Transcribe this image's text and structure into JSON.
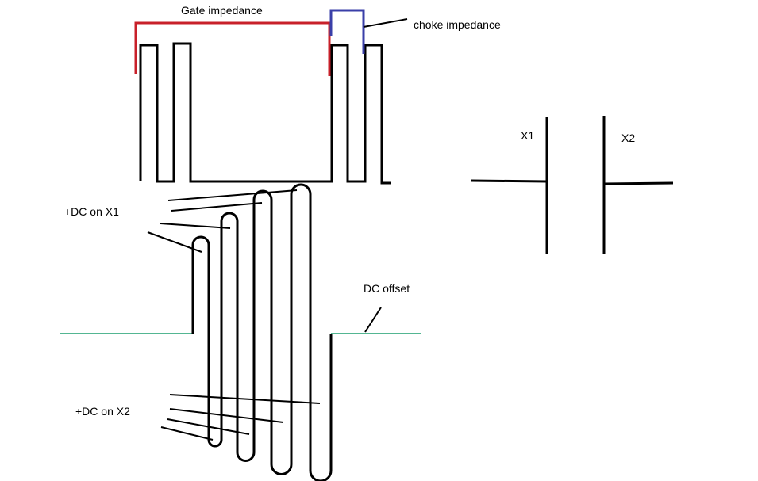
{
  "labels": {
    "gate_impedance": "Gate impedance",
    "choke_impedance": "choke impedance",
    "x1": "X1",
    "x2": "X2",
    "dc_on_x1": "+DC on X1",
    "dc_offset": "DC offset",
    "dc_on_x2": "+DC on X2"
  },
  "colors": {
    "ink": "#000000",
    "gate_bracket": "#c8202a",
    "choke_bracket": "#3a3fa8",
    "baseline": "#1a9e6e",
    "background": "#ffffff"
  }
}
